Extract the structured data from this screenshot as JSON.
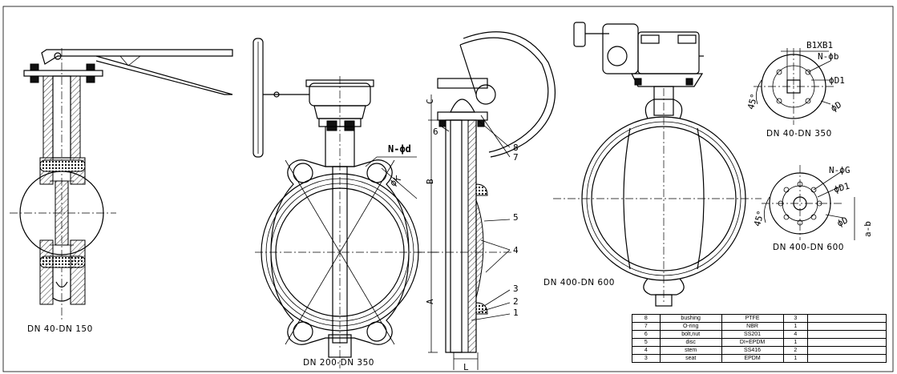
{
  "views": {
    "view1_caption": "DN 40-DN 150",
    "view2_caption": "DN 200-DN 350",
    "view3_caption": "DN 400-DN 600",
    "flange_small_caption": "DN 40-DN 350",
    "flange_large_caption": "DN 400-DN 600"
  },
  "dimensions": {
    "A": "A",
    "B": "B",
    "C": "C",
    "L": "L",
    "n_phi_d": "N-ϕd",
    "phi_k": "ϕK",
    "b1xb1": "B1XB1",
    "n_phi_b": "N-ϕb",
    "phi_d1_small": "ϕD1",
    "phi_d_small": "ϕD",
    "angle_small": "45°",
    "n_phi_g": "N-ϕG",
    "phi_d1_large": "ϕD1",
    "phi_d_large": "ϕD",
    "angle_large": "45°",
    "a_b": "a-b"
  },
  "balloons": [
    "1",
    "2",
    "3",
    "4",
    "5",
    "6",
    "7",
    "8"
  ],
  "parts_table": [
    {
      "no": "8",
      "name": "bushing",
      "material": "PTFE",
      "qty": "3"
    },
    {
      "no": "7",
      "name": "O-ring",
      "material": "NBR",
      "qty": "1"
    },
    {
      "no": "6",
      "name": "bolt,nut",
      "material": "SS201",
      "qty": "4"
    },
    {
      "no": "5",
      "name": "disc",
      "material": "DI+EPDM",
      "qty": "1"
    },
    {
      "no": "4",
      "name": "stem",
      "material": "SS416",
      "qty": "2"
    },
    {
      "no": "3",
      "name": "seat",
      "material": "EPDM",
      "qty": "1"
    }
  ]
}
